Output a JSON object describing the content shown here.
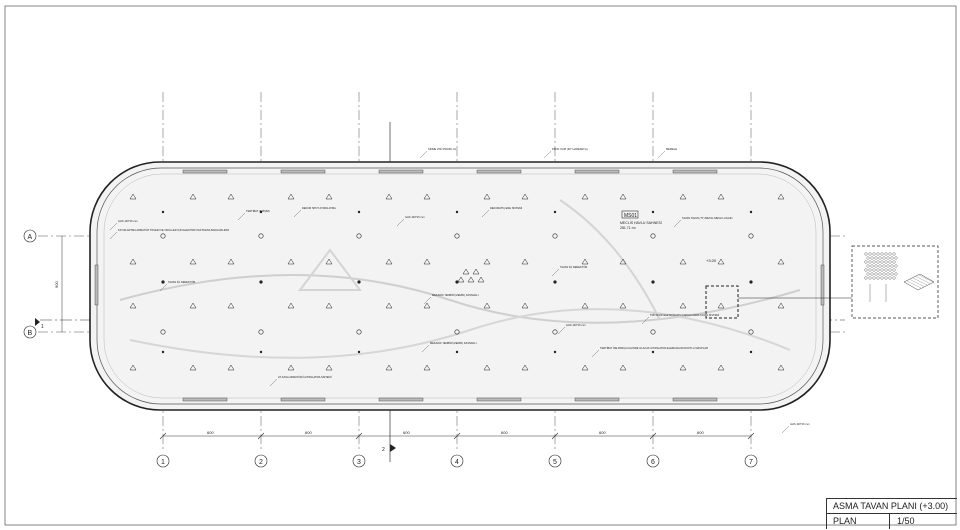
{
  "drawing": {
    "grid_rows": [
      "A",
      "B"
    ],
    "grid_cols": [
      "1",
      "2",
      "3",
      "4",
      "5",
      "6",
      "7"
    ],
    "dimensions": [
      "600",
      "600",
      "600",
      "600",
      "600",
      "600"
    ],
    "row_dim": "900",
    "section_marker_left": "1",
    "section_marker_bottom": "2",
    "room_tag": "MS01",
    "room_name": "MECLİS HAVLU SAHNESİ",
    "room_area": "281.71 m²",
    "level_tag": "+3.00",
    "notes": [
      "SİNME ÜNÜ PROFİL ILI",
      "PROF. KAPI (90° HAREKETLI)",
      "MEMELE",
      "GHS 100*16 mm",
      "KAYIKLARTMA ARMATÜR TİPLERI VE ODULLER İÇİN ELEKTRIK PAFTASINA BAKILMALIDIR",
      "DEKOR SPOT AYDINLATMA",
      "GHS 100*16 mm",
      "DEKORATİÇ ENE SISTEMİ",
      "TAVAN TAVAN (TT) METAL MESH LUGGIN",
      "TAVAN İÇİ DEDEKTÖR",
      "TAVAN İÇİ DEDEKTÖR",
      "MEKANİK TEDBİRİ (ZEMİN) KASNAKLI",
      "TERTİBAT (ERİŞİM)",
      "GHS 100*16 mm",
      "TRİTAFLİK ELETRİ BAKIM KAPAGI ASMA TAVAN SİSTEMİ",
      "MEKANİK TEDBİRİ (ZEMİN) KASNAKLI",
      "TERTİBAT İNE PARÇA KALINDE OLACAK AYDINLATMA ELEMANLARI DOKTLU GRUPLAR",
      "AT-KASA ARMATÜRÜ AYDINLATMA SİSTEMİ",
      "GHS 100*16 mm"
    ]
  },
  "title_block": {
    "title": "ASMA TAVAN PLANI (+3.00)",
    "view": "PLAN",
    "scale": "1/50"
  }
}
